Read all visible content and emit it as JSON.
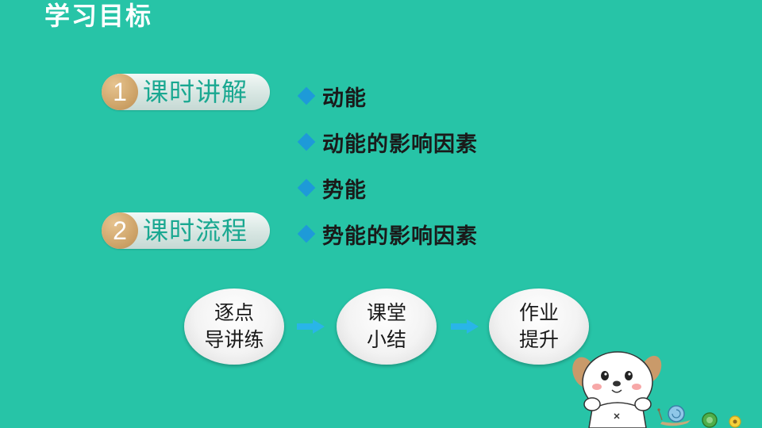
{
  "title": "学习目标",
  "sections": [
    {
      "number": "1",
      "label": "课时讲解"
    },
    {
      "number": "2",
      "label": "课时流程"
    }
  ],
  "bullets": [
    "动能",
    "动能的影响因素",
    "势能",
    "势能的影响因素"
  ],
  "flow": [
    {
      "line1": "逐点",
      "line2": "导讲练"
    },
    {
      "line1": "课堂",
      "line2": "小结"
    },
    {
      "line1": "作业",
      "line2": "提升"
    }
  ],
  "colors": {
    "background": "#27c4a7",
    "bullet_diamond": "#1e9ad8",
    "arrow": "#29b5e8",
    "section_number": "#cfa56a"
  },
  "icons": {
    "bullet": "diamond-icon",
    "flow_arrow": "arrow-right-icon",
    "mascot": "cartoon-dog-icon"
  }
}
